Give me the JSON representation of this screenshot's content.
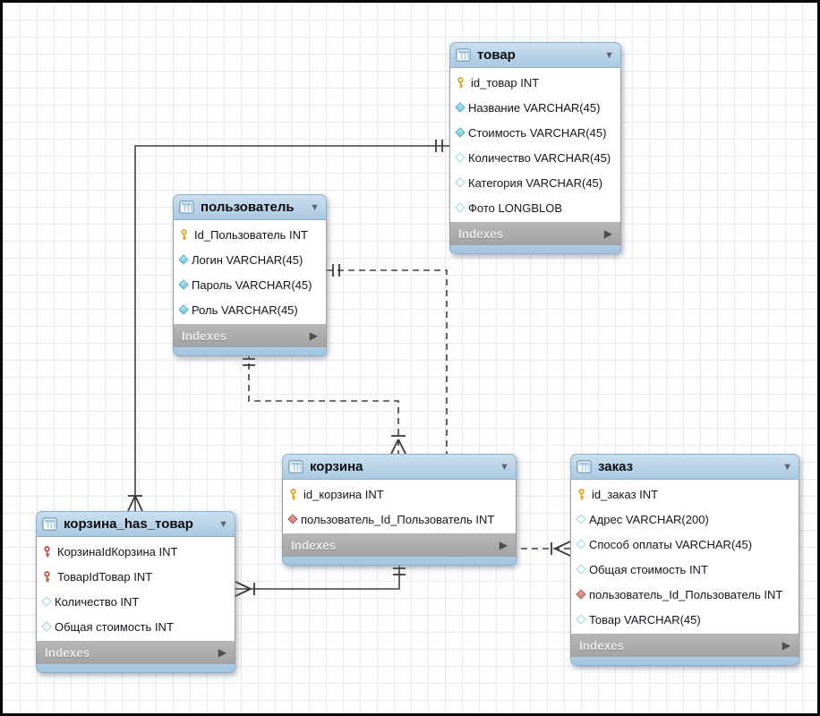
{
  "diagram_type": "EER database diagram",
  "tables": [
    {
      "title": "товар",
      "footer_label": "Indexes",
      "columns": [
        {
          "text": "id_товар INT",
          "icon": "primary-key"
        },
        {
          "text": "Название VARCHAR(45)",
          "icon": "notnull-diamond"
        },
        {
          "text": "Стоимость VARCHAR(45)",
          "icon": "notnull-diamond"
        },
        {
          "text": "Количество VARCHAR(45)",
          "icon": "nullable-diamond"
        },
        {
          "text": "Категория VARCHAR(45)",
          "icon": "nullable-diamond"
        },
        {
          "text": "Фото LONGBLOB",
          "icon": "nullable-diamond"
        }
      ]
    },
    {
      "title": "пользователь",
      "footer_label": "Indexes",
      "columns": [
        {
          "text": "Id_Пользователь INT",
          "icon": "primary-key"
        },
        {
          "text": "Логин VARCHAR(45)",
          "icon": "notnull-diamond"
        },
        {
          "text": "Пароль VARCHAR(45)",
          "icon": "notnull-diamond"
        },
        {
          "text": "Роль VARCHAR(45)",
          "icon": "notnull-diamond"
        }
      ]
    },
    {
      "title": "корзина",
      "footer_label": "Indexes",
      "columns": [
        {
          "text": "id_корзина INT",
          "icon": "primary-key"
        },
        {
          "text": "пользователь_Id_Пользователь INT",
          "icon": "fk-diamond"
        }
      ]
    },
    {
      "title": "заказ",
      "footer_label": "Indexes",
      "columns": [
        {
          "text": "id_заказ INT",
          "icon": "primary-key"
        },
        {
          "text": "Адрес VARCHAR(200)",
          "icon": "nullable-diamond"
        },
        {
          "text": "Способ оплаты VARCHAR(45)",
          "icon": "nullable-diamond"
        },
        {
          "text": "Общая стоимость INT",
          "icon": "nullable-diamond"
        },
        {
          "text": "пользователь_Id_Пользователь INT",
          "icon": "fk-diamond"
        },
        {
          "text": "Товар VARCHAR(45)",
          "icon": "nullable-diamond"
        }
      ]
    },
    {
      "title": "корзина_has_товар",
      "footer_label": "Indexes",
      "columns": [
        {
          "text": "КорзинаIdКорзина INT",
          "icon": "primary-foreign-key"
        },
        {
          "text": "ТоварIdТовар INT",
          "icon": "primary-foreign-key"
        },
        {
          "text": "Количество INT",
          "icon": "nullable-diamond"
        },
        {
          "text": "Общая стоимость INT",
          "icon": "nullable-diamond"
        }
      ]
    }
  ],
  "relationships": [
    {
      "from": "товар",
      "to": "корзина_has_товар",
      "line": "solid-identifying",
      "cardinality": "one-to-many"
    },
    {
      "from": "пользователь",
      "to": "корзина",
      "line": "dashed-non-identifying",
      "cardinality": "one-to-many"
    },
    {
      "from": "пользователь",
      "to": "заказ",
      "line": "dashed-non-identifying",
      "cardinality": "one-to-many"
    },
    {
      "from": "корзина",
      "to": "корзина_has_товар",
      "line": "solid-identifying",
      "cardinality": "one-to-many"
    }
  ],
  "colors": {
    "header": "#a9c9e2",
    "footer": "#ababab",
    "connector": "#404040",
    "pk_key": "#d8a419",
    "fk_key": "#c2493b",
    "diamond_notnull": "#6ec8da",
    "diamond_fk": "#ce776e"
  }
}
